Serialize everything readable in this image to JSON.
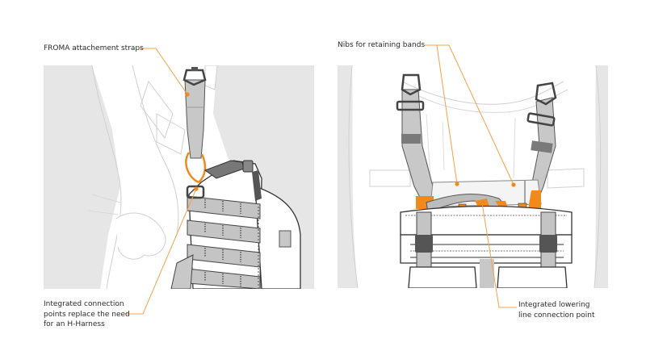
{
  "figure": {
    "left_panel": {
      "view": "side view",
      "callouts": [
        {
          "id": "froma",
          "text": "FROMA attachement straps"
        },
        {
          "id": "integrated-connection",
          "lines": [
            "Integrated connection",
            "points replace the need",
            "for an H-Harness"
          ]
        }
      ]
    },
    "right_panel": {
      "view": "front view",
      "callouts": [
        {
          "id": "nibs",
          "text": "Nibs for retaining bands"
        },
        {
          "id": "lowering-line",
          "lines": [
            "Integrated lowering",
            "line connection point"
          ]
        }
      ]
    }
  },
  "colors": {
    "accent": "#f08a1c",
    "leader": "#f4a24a",
    "panel_bg": "#e6e6e6",
    "strap": "#c8c8c8",
    "strap_dark": "#7a7a7a",
    "outline": "#3a3a3a",
    "sketch_line": "#cfcfcf"
  }
}
